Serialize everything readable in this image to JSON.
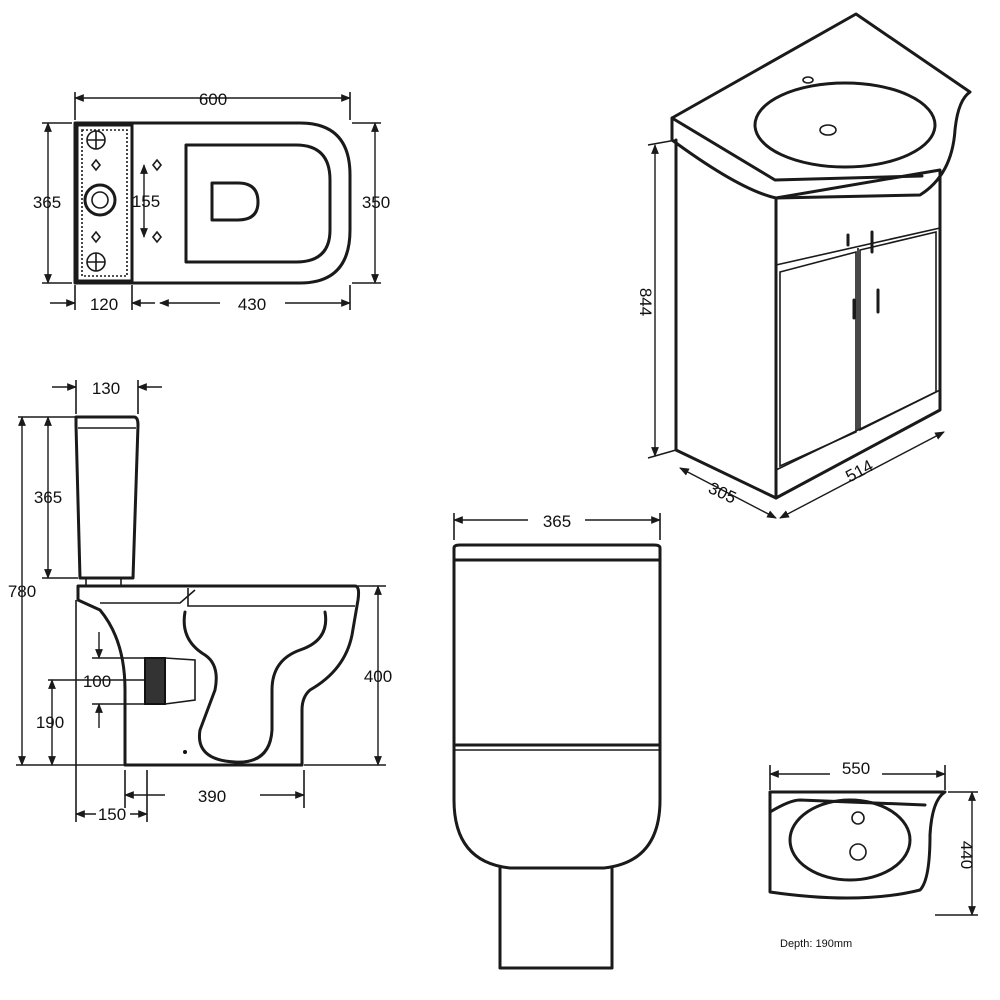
{
  "plan_view": {
    "width_label": "600",
    "depth_left_label": "365",
    "depth_right_label": "350",
    "bolt_spacing_label": "155",
    "cistern_width_label": "120",
    "bowl_length_label": "430"
  },
  "side_view": {
    "cistern_depth_label": "130",
    "cistern_height_label": "365",
    "total_height_label": "780",
    "pan_height_label": "400",
    "outlet_diameter_label": "100",
    "outlet_height_label": "190",
    "pan_projection_label": "390",
    "wall_offset_label": "150"
  },
  "front_view": {
    "width_label": "365"
  },
  "vanity_unit": {
    "height_label": "844",
    "depth_label": "305",
    "width_label": "514"
  },
  "basin_plan": {
    "width_label": "550",
    "depth_label": "440",
    "note": "Depth: 190mm"
  }
}
